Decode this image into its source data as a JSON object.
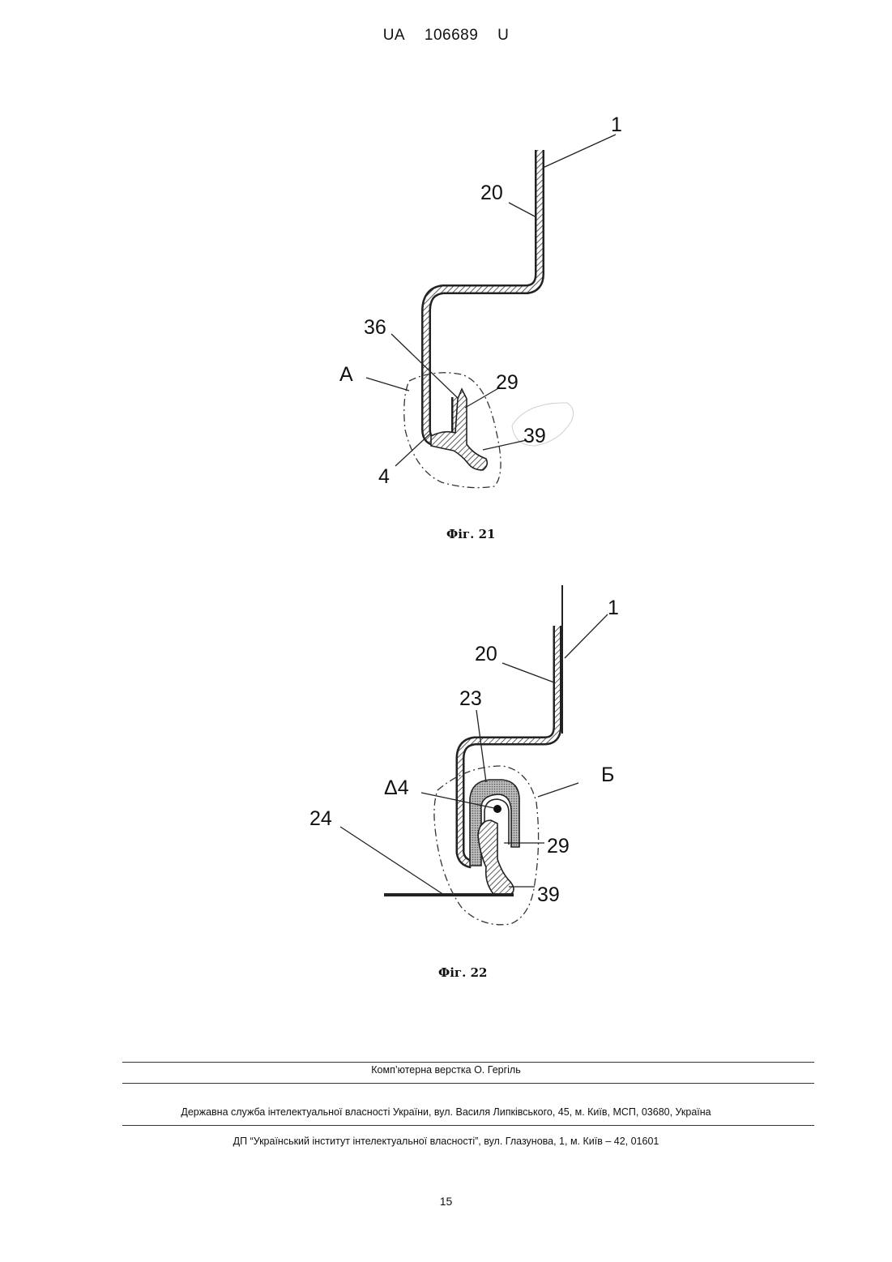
{
  "header": {
    "country": "UA",
    "number": "106689",
    "kind": "U"
  },
  "figures": [
    {
      "caption": "Фіг. 21",
      "labels": {
        "l1": "1",
        "l20": "20",
        "l36": "36",
        "lA": "A",
        "l29": "29",
        "l39": "39",
        "l4": "4"
      }
    },
    {
      "caption": "Фіг. 22",
      "labels": {
        "l1": "1",
        "l20": "20",
        "l23": "23",
        "lD4": "Δ4",
        "lB": "Б",
        "l24": "24",
        "l29": "29",
        "l39": "39"
      }
    }
  ],
  "footer": {
    "layout": "Комп’ютерна верстка О. Гергіль",
    "service": "Державна служба інтелектуальної власності України, вул. Василя Липківського, 45, м. Київ, МСП, 03680, Україна",
    "institute": "ДП “Український інститут інтелектуальної власності”, вул. Глазунова, 1, м. Київ – 42, 01601"
  },
  "page_number": "15"
}
